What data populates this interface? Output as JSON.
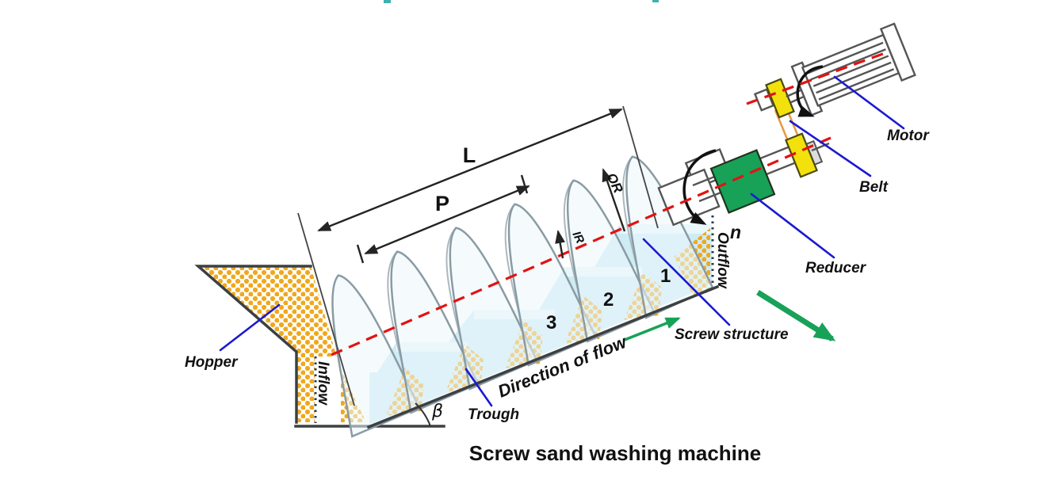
{
  "title": "Screw sand washing machine",
  "labels": {
    "motor": "Motor",
    "belt": "Belt",
    "reducer": "Reducer",
    "screw_structure": "Screw structure",
    "hopper": "Hopper",
    "trough": "Trough",
    "direction_of_flow": "Direction of flow",
    "inflow": "Inflow",
    "outflow": "Outflow"
  },
  "dimensions": {
    "length": "L",
    "pitch": "P",
    "outer_radius": "OR",
    "inner_radius": "IR",
    "rotation_speed": "n",
    "incline_angle": "β"
  },
  "pocket_numbers": [
    "1",
    "2",
    "3"
  ],
  "colors": {
    "sand": "#f0a81e",
    "water": "#cfecf5",
    "waterLight": "#e8f7fb",
    "reducerGreen": "#17a257",
    "pulleyYellow": "#f2e10c",
    "beltOrange": "#e89a4a",
    "leaderBlue": "#1a1ad2",
    "axisRed": "#e31212",
    "flowGreen": "#17a257",
    "outline": "#3c4043",
    "flight": "#8a9ba4",
    "dimension": "#242424",
    "teal": "#3fb0b0"
  }
}
